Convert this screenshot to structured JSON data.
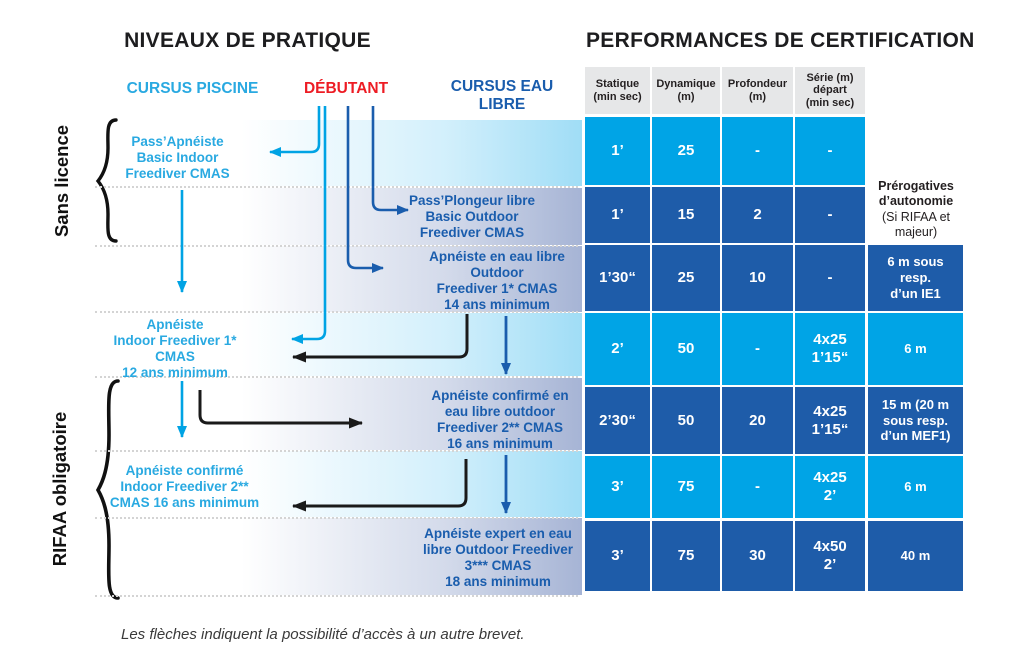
{
  "titles": {
    "practice": "NIVEAUX DE PRATIQUE",
    "certification": "PERFORMANCES DE CERTIFICATION"
  },
  "tracks": {
    "piscine": "CURSUS PISCINE",
    "debutant": "DÉBUTANT",
    "eau_libre": "CURSUS EAU\nLIBRE"
  },
  "side_labels": {
    "sans_licence": "Sans licence",
    "rifaa": "RIFAA obligatoire"
  },
  "levels": [
    {
      "name": "pass-apneiste",
      "track": "piscine",
      "text": "Pass’Apnéiste\nBasic Indoor\nFreediver CMAS"
    },
    {
      "name": "pass-plongeur-libre",
      "track": "eau-libre",
      "text": "Pass’Plongeur libre\nBasic Outdoor\nFreediver CMAS"
    },
    {
      "name": "apneiste-eau-libre",
      "track": "eau-libre",
      "text": "Apnéiste en eau libre\nOutdoor\nFreediver 1* CMAS\n14 ans minimum"
    },
    {
      "name": "apneiste-indoor",
      "track": "piscine",
      "text": "Apnéiste\nIndoor Freediver 1*\nCMAS\n12 ans minimum"
    },
    {
      "name": "apneiste-confirme-eau-libre",
      "track": "eau-libre",
      "text": "Apnéiste confirmé en\neau libre outdoor\nFreediver 2** CMAS\n16 ans minimum"
    },
    {
      "name": "apneiste-confirme-indoor",
      "track": "piscine",
      "text": "Apnéiste confirmé\nIndoor Freediver 2**\nCMAS 16 ans minimum"
    },
    {
      "name": "apneiste-expert",
      "track": "eau-libre",
      "text": "Apnéiste expert en eau\nlibre Outdoor Freediver\n3*** CMAS\n18 ans minimum"
    }
  ],
  "table": {
    "headers": [
      "Statique\n(min sec)",
      "Dynamique\n(m)",
      "Profondeur\n(m)",
      "Série (m)\ndépart\n(min sec)"
    ],
    "rows": [
      {
        "tone": "light",
        "values": [
          "1’",
          "25",
          "-",
          "-"
        ],
        "prerogative": null
      },
      {
        "tone": "dark",
        "values": [
          "1’",
          "15",
          "2",
          "-"
        ],
        "prerogative": null
      },
      {
        "tone": "dark",
        "values": [
          "1’30“",
          "25",
          "10",
          "-"
        ],
        "prerogative": "6 m sous\nresp.\nd’un IE1"
      },
      {
        "tone": "light",
        "values": [
          "2’",
          "50",
          "-",
          "4x25\n1’15“"
        ],
        "prerogative": "6 m"
      },
      {
        "tone": "dark",
        "values": [
          "2’30“",
          "50",
          "20",
          "4x25\n1’15“"
        ],
        "prerogative": "15 m (20 m\nsous resp.\nd’un MEF1)"
      },
      {
        "tone": "light",
        "values": [
          "3’",
          "75",
          "-",
          "4x25\n2’"
        ],
        "prerogative": "6 m"
      },
      {
        "tone": "dark",
        "values": [
          "3’",
          "75",
          "30",
          "4x50\n2’"
        ],
        "prerogative": "40 m"
      }
    ]
  },
  "prerogatives": {
    "title": "Prérogatives\nd’autonomie",
    "subtitle": "(Si RIFAA et\nmajeur)"
  },
  "caption": "Les flèches indiquent la possibilité d’accès à un autre brevet.",
  "arrows": [
    {
      "from": "debutant",
      "to": "pass-apneiste",
      "color": "light-blue"
    },
    {
      "from": "debutant",
      "to": "apneiste-indoor",
      "color": "light-blue"
    },
    {
      "from": "debutant",
      "to": "apneiste-eau-libre",
      "color": "dark-blue"
    },
    {
      "from": "debutant",
      "to": "pass-plongeur-libre",
      "color": "dark-blue"
    },
    {
      "from": "pass-apneiste",
      "to": "apneiste-indoor",
      "color": "light-blue"
    },
    {
      "from": "apneiste-indoor",
      "to": "apneiste-confirme-indoor",
      "color": "light-blue"
    },
    {
      "from": "apneiste-eau-libre",
      "to": "apneiste-confirme-eau-libre",
      "color": "dark-blue"
    },
    {
      "from": "apneiste-confirme-eau-libre",
      "to": "apneiste-expert",
      "color": "dark-blue"
    },
    {
      "from": "apneiste-eau-libre",
      "to": "apneiste-indoor",
      "color": "black"
    },
    {
      "from": "apneiste-indoor",
      "to": "apneiste-confirme-eau-libre",
      "color": "black"
    },
    {
      "from": "apneiste-confirme-eau-libre",
      "to": "apneiste-confirme-indoor",
      "color": "black"
    }
  ],
  "colors": {
    "light_blue_cell": "#00A4E6",
    "dark_blue_cell": "#1E5CA9",
    "light_blue_text": "#29A9E1",
    "dark_blue_text": "#1A5DAD",
    "red": "#ED1C24",
    "header_gray": "#E6E7E8",
    "black_arrow": "#1a1a1a"
  }
}
